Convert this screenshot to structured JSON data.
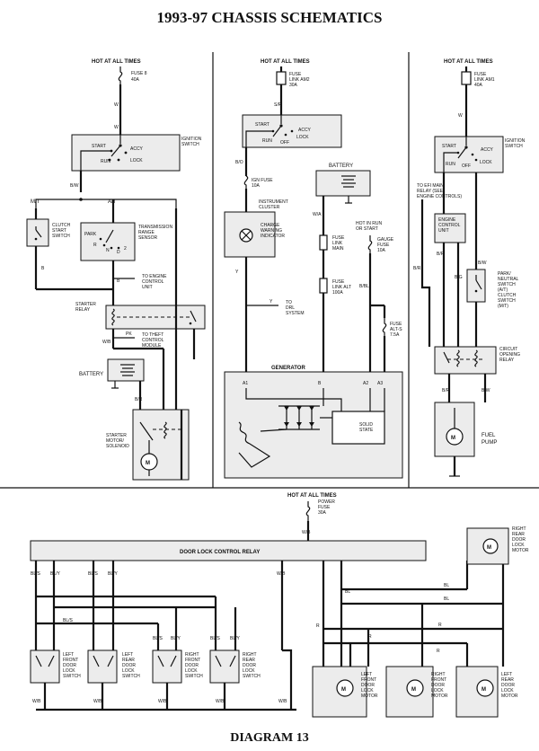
{
  "header": {
    "title": "1993-97 CHASSIS SCHEMATICS"
  },
  "footer": {
    "label": "DIAGRAM 13"
  },
  "panel_1": {
    "hot": "HOT AT ALL TIMES",
    "fuse_line1": "FUSE 8",
    "fuse_line2": "40A",
    "w1": "W",
    "w2": "W",
    "ign_line1": "IGNITION",
    "ign_line2": "SWITCH",
    "start": "START",
    "accy": "ACCY",
    "run": "RUN",
    "lock": "LOCK",
    "bw": "B/W",
    "mt": "M/T",
    "at": "A/T",
    "clutch_line1": "CLUTCH",
    "clutch_line2": "START",
    "clutch_line3": "SWITCH",
    "trans_line1": "TRANSMISSION",
    "trans_line2": "RANGE",
    "trans_line3": "SENSOR",
    "park": "PARK",
    "r": "R",
    "n": "N",
    "d": "D",
    "two": "2",
    "b1": "B",
    "b2": "B",
    "ecu_line1": "TO ENGINE",
    "ecu_line2": "CONTROL",
    "ecu_line3": "UNIT",
    "relay_line1": "STARTER",
    "relay_line2": "RELAY",
    "theft_line1": "TO THEFT",
    "theft_line2": "CONTROL",
    "theft_line3": "MODULE",
    "pk": "PK",
    "wb": "W/B",
    "battery": "BATTERY",
    "br": "B/R",
    "motor_line1": "STARTER",
    "motor_line2": "MOTOR/",
    "motor_line3": "SOLENOID",
    "m": "M"
  },
  "panel_2": {
    "hot": "HOT AT ALL TIMES",
    "fuse_line1": "FUSE",
    "fuse_line2": "LINK AM2",
    "fuse_line3": "30A",
    "sr": "S/R",
    "start": "START",
    "accy": "ACCY",
    "run": "RUN",
    "off": "OFF",
    "lock": "LOCK",
    "bo": "B/O",
    "ign_line1": "IGN FUSE",
    "ign_line2": "10A",
    "battery": "BATTERY",
    "cluster_line1": "INSTRUMENT",
    "cluster_line2": "CLUSTER",
    "charge_line1": "CHARGE",
    "charge_line2": "WARNING",
    "charge_line3": "INDICATOR",
    "wa": "W/A",
    "hot_run_line1": "HOT IN RUN",
    "hot_run_line2": "OR START",
    "fl_main_line1": "FUSE",
    "fl_main_line2": "LINK",
    "fl_main_line3": "MAIN",
    "gauge_line1": "GAUGE",
    "gauge_line2": "FUSE",
    "gauge_line3": "10A",
    "y1": "Y",
    "y2": "Y",
    "drl_line1": "TO",
    "drl_line2": "DRL",
    "drl_line3": "SYSTEM",
    "fl_alt_line1": "FUSE",
    "fl_alt_line2": "LINK ALT",
    "fl_alt_line3": "100A",
    "bbl": "B/BL",
    "fuse_alt_line1": "FUSE",
    "fuse_alt_line2": "ALT-S",
    "fuse_alt_line3": "7.5A",
    "generator": "GENERATOR",
    "a1": "A1",
    "b": "B",
    "a2": "A2",
    "a3": "A3",
    "solid_line1": "SOLID",
    "solid_line2": "STATE"
  },
  "panel_3": {
    "hot": "HOT AT ALL TIMES",
    "fuse_line1": "FUSE",
    "fuse_line2": "LINK AM1",
    "fuse_line3": "40A",
    "w": "W",
    "ign_line1": "IGNITION",
    "ign_line2": "SWITCH",
    "start": "START",
    "accy": "ACCY",
    "run": "RUN",
    "off": "OFF",
    "lock": "LOCK",
    "br": "B/R",
    "bw": "B/W",
    "bg": "B/G",
    "efi_line1": "TO EFI MAIN",
    "efi_line2": "RELAY (SEE",
    "efi_line3": "ENGINE CONTROLS)",
    "ecu_line1": "ENGINE",
    "ecu_line2": "CONTROL",
    "ecu_line3": "UNIT",
    "park_line1": "PARK/",
    "park_line2": "NEUTRAL",
    "park_line3": "SWITCH",
    "park_line4": "(A/T)",
    "park_line5": "CLUTCH",
    "park_line6": "SWITCH",
    "park_line7": "(M/T)",
    "relay_line1": "CIRCUIT",
    "relay_line2": "OPENING",
    "relay_line3": "RELAY",
    "fuel_line1": "FUEL",
    "fuel_line2": "PUMP",
    "m": "M"
  },
  "panel_4": {
    "hot": "HOT AT ALL TIMES",
    "fuse_line1": "POWER",
    "fuse_line2": "FUSE",
    "fuse_line3": "30A",
    "wb": "W/B",
    "relay": "DOOR LOCK CONTROL RELAY",
    "bls": "BL/S",
    "bly": "BL/Y",
    "wb2": "W/B",
    "bl": "BL",
    "r": "R",
    "rr_motor_line1": "RIGHT",
    "rr_motor_line2": "REAR",
    "rr_motor_line3": "DOOR",
    "rr_motor_line4": "LOCK",
    "rr_motor_line5": "MOTOR",
    "lf_sw_line1": "LEFT",
    "lf_sw_line2": "FRONT",
    "lf_sw_line3": "DOOR",
    "lf_sw_line4": "LOCK",
    "lf_sw_line5": "SWITCH",
    "lr_sw_line1": "LEFT",
    "lr_sw_line2": "REAR",
    "lr_sw_line3": "DOOR",
    "lr_sw_line4": "LOCK",
    "lr_sw_line5": "SWITCH",
    "rf_sw_line1": "RIGHT",
    "rf_sw_line2": "FRONT",
    "rf_sw_line3": "DOOR",
    "rf_sw_line4": "LOCK",
    "rf_sw_line5": "SWITCH",
    "rr_sw_line1": "RIGHT",
    "rr_sw_line2": "REAR",
    "rr_sw_line3": "DOOR",
    "rr_sw_line4": "LOCK",
    "rr_sw_line5": "SWITCH",
    "lf_motor_line1": "LEFT",
    "lf_motor_line2": "FRONT",
    "lf_motor_line3": "DOOR",
    "lf_motor_line4": "LOCK",
    "lf_motor_line5": "MOTOR",
    "rf_motor_line1": "RIGHT",
    "rf_motor_line2": "FRONT",
    "rf_motor_line3": "DOOR",
    "rf_motor_line4": "LOCK",
    "rf_motor_line5": "MOTOR",
    "lr_motor_line1": "LEFT",
    "lr_motor_line2": "REAR",
    "lr_motor_line3": "DOOR",
    "lr_motor_line4": "LOCK",
    "lr_motor_line5": "MOTOR",
    "m": "M"
  }
}
